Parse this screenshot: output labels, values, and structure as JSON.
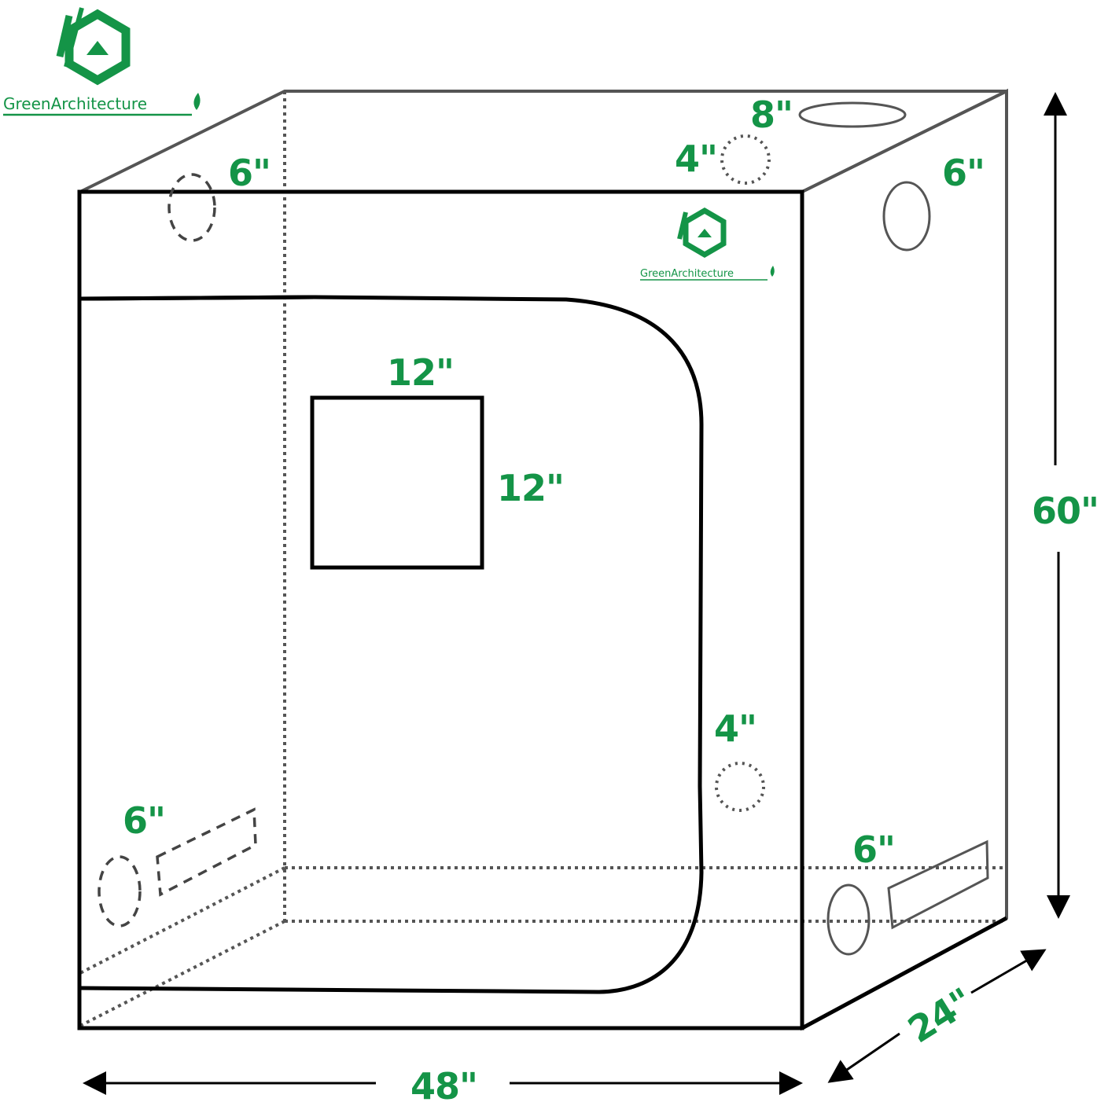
{
  "brand": {
    "name": "GreenArchitecture",
    "color": "#149447"
  },
  "dimensions": {
    "width": "48\"",
    "depth": "24\"",
    "height": "60\""
  },
  "ports": {
    "top_large": "8\"",
    "top_small": "4\"",
    "front_upper_left": "6\"",
    "right_upper": "6\"",
    "window_width": "12\"",
    "window_height": "12\"",
    "door_right_small": "4\"",
    "left_lower": "6\"",
    "right_lower": "6\""
  },
  "colors": {
    "label_green": "#149447",
    "outline": "#000000",
    "hidden_edge": "#555555"
  }
}
